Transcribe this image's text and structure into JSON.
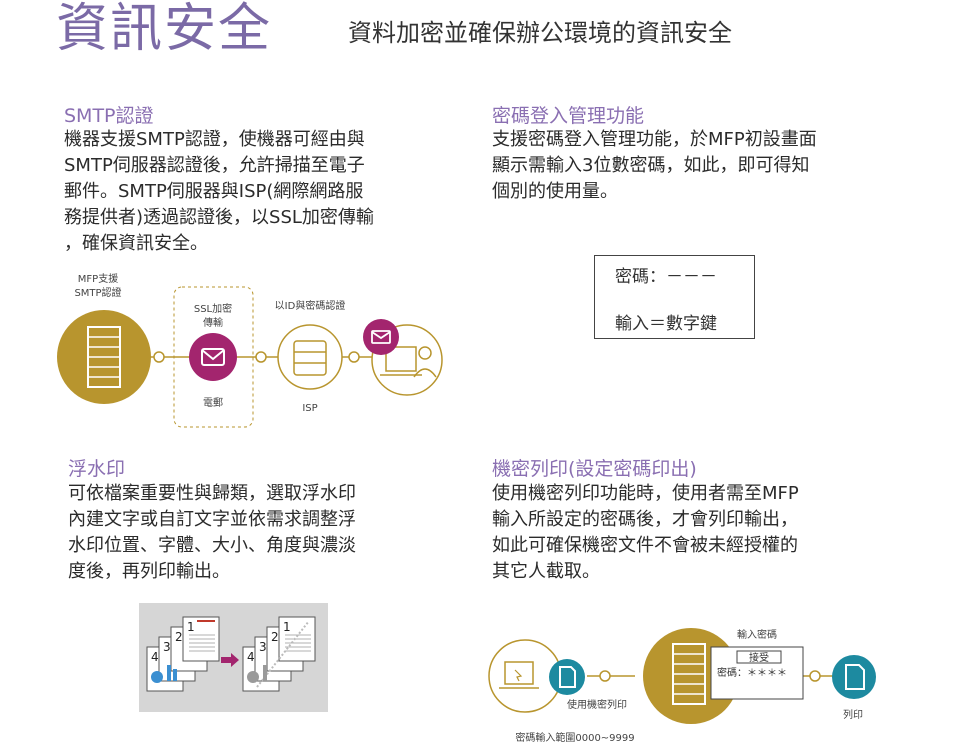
{
  "header": {
    "title": "資訊安全",
    "subtitle": "資料加密並確保辦公環境的資訊安全"
  },
  "smtp": {
    "title": "SMTP認證",
    "body": [
      "機器支援SMTP認證，使機器可經由與",
      "SMTP伺服器認證後，允許掃描至電子",
      "郵件。SMTP伺服器與ISP(網際網路服",
      "務提供者)透過認證後，以SSL加密傳輸",
      "，確保資訊安全。"
    ],
    "diagram": {
      "mfp_label_line1": "MFP支援",
      "mfp_label_line2": "SMTP認證",
      "ssl_label_line1": "SSL加密",
      "ssl_label_line2": "傳輸",
      "id_label": "以ID與密碼認證",
      "email_label": "電郵",
      "isp_label": "ISP"
    }
  },
  "password_login": {
    "title": "密碼登入管理功能",
    "body": [
      "支援密碼登入管理功能，於MFP初設畫面",
      "顯示需輸入3位數密碼，如此，即可得知",
      "個別的使用量。"
    ],
    "box": {
      "line1": "密碼：－－－",
      "line2": "輸入＝數字鍵"
    }
  },
  "watermark": {
    "title": "浮水印",
    "body": [
      "可依檔案重要性與歸類，選取浮水印",
      "內建文字或自訂文字並依需求調整浮",
      "水印位置、字體、大小、角度與濃淡",
      "度後，再列印輸出。"
    ],
    "pages_left": [
      "4",
      "3",
      "2",
      "1"
    ],
    "pages_right": [
      "4",
      "3",
      "2",
      "1"
    ]
  },
  "secure_print": {
    "title": "機密列印(設定密碼印出)",
    "body": [
      "使用機密列印功能時，使用者需至MFP",
      "輸入所設定的密碼後，才會列印輸出，",
      "如此可確保機密文件不會被未經授權的",
      "其它人截取。"
    ],
    "diagram": {
      "input_password_label": "輸入密碼",
      "accept_label": "接受",
      "password_field": "密碼：＊＊＊＊",
      "use_secure_print_label": "使用機密列印",
      "print_label": "列印",
      "range_label": "密碼輸入範圍0000~9999"
    }
  },
  "colors": {
    "title_purple": "#7b6aa6",
    "gold": "#b8952e",
    "magenta": "#a3256e",
    "teal": "#1d8aa0"
  }
}
